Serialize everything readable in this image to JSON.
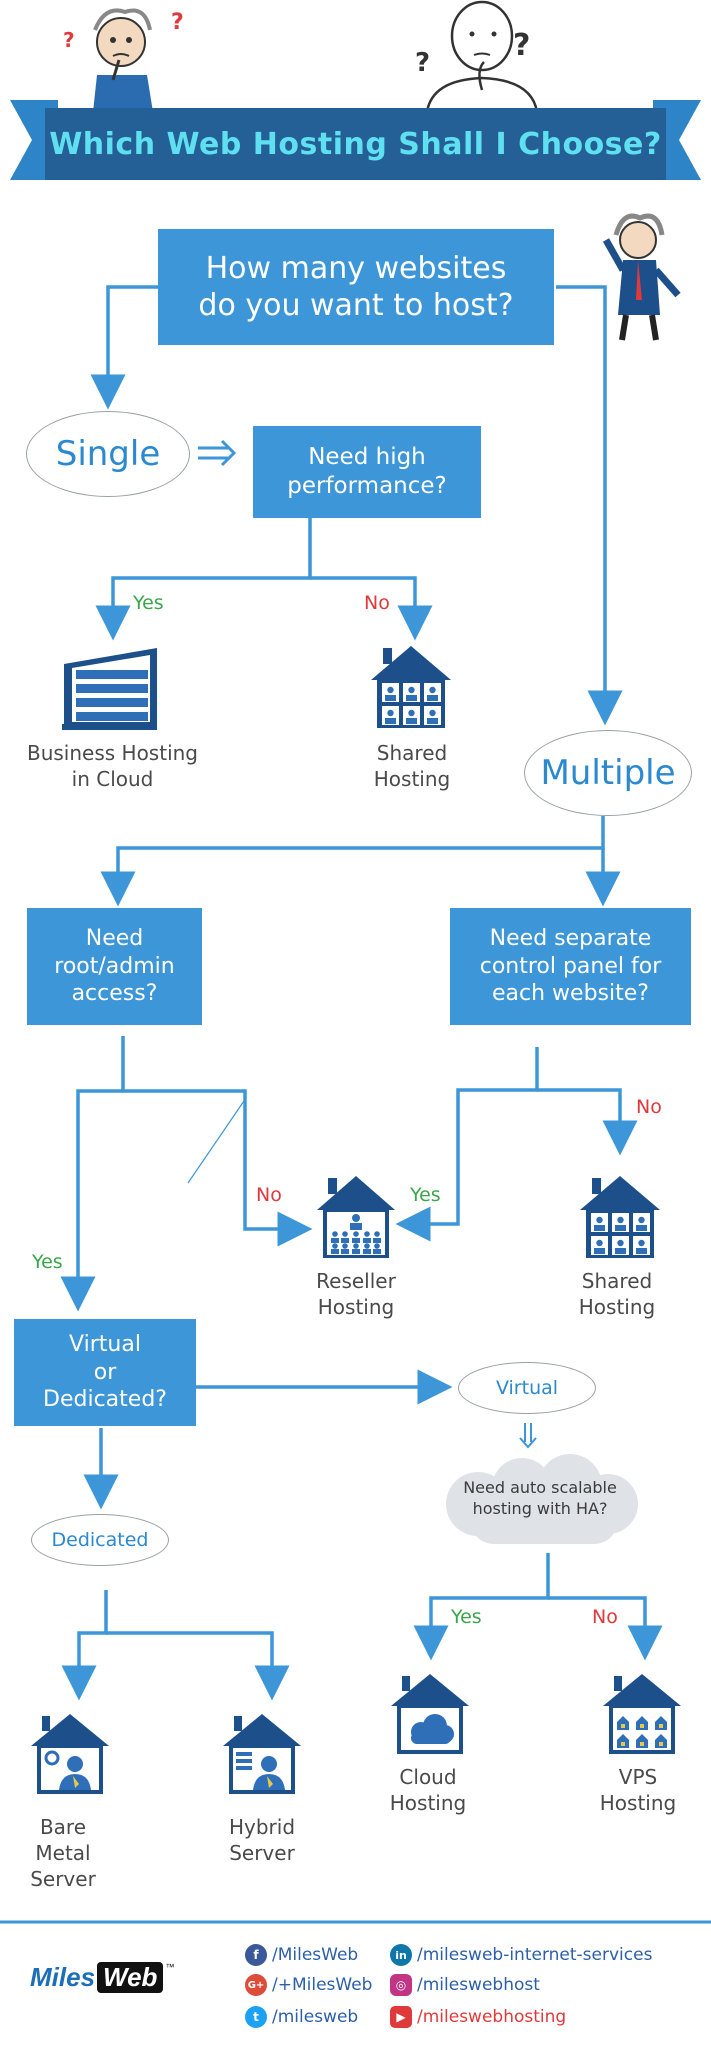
{
  "title": "Which Web Hosting Shall I Choose?",
  "colors": {
    "primary_blue": "#3d96d8",
    "banner_blue": "#245f96",
    "banner_title": "#5ee0f0",
    "line_blue": "#3d96d8",
    "yes_green": "#3aa64b",
    "no_red": "#e0393b"
  },
  "question_websites": "How many websites\ndo you want to host?",
  "single": "Single",
  "multiple": "Multiple",
  "need_high_performance": "Need high\nperformance?",
  "yes": "Yes",
  "no": "No",
  "business_hosting": "Business Hosting\nin Cloud",
  "shared_hosting": "Shared\nHosting",
  "need_root": "Need\nroot/admin\naccess?",
  "need_control_panel": "Need separate\ncontrol panel for\neach website?",
  "reseller_hosting": "Reseller\nHosting",
  "virtual_or_dedicated": "Virtual\nor\nDedicated?",
  "virtual": "Virtual",
  "dedicated": "Dedicated",
  "need_auto_scalable": "Need auto scalable\nhosting with HA?",
  "cloud_hosting": "Cloud\nHosting",
  "vps_hosting": "VPS\nHosting",
  "bare_metal": "Bare\nMetal\nServer",
  "hybrid_server": "Hybrid\nServer",
  "logo": {
    "part1": "Miles",
    "part2": "Web",
    "tm": "™"
  },
  "social": {
    "facebook": "/MilesWeb",
    "googleplus": "/+MilesWeb",
    "twitter": "/milesweb",
    "linkedin": "/milesweb-internet-services",
    "instagram": "/mileswebhost",
    "youtube": "/mileswebhosting"
  },
  "icons": [
    "question-mark-icon",
    "office-building-icon",
    "shared-house-icon",
    "reseller-house-icon",
    "cloud-house-icon",
    "vps-house-icon",
    "bare-metal-house-icon",
    "hybrid-house-icon",
    "facebook-icon",
    "googleplus-icon",
    "twitter-icon",
    "linkedin-icon",
    "instagram-icon",
    "youtube-icon"
  ]
}
